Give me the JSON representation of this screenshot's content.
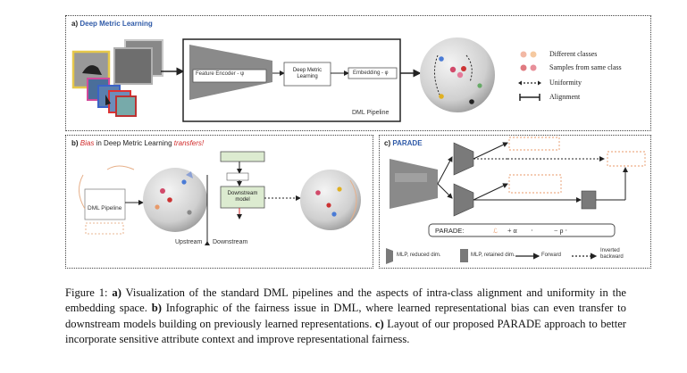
{
  "panel_a": {
    "title_prefix": "a)",
    "title": "Deep Metric Learning",
    "feature_encoder": "Feature Encoder - ψ",
    "dml_box": "Deep Metric Learning",
    "embedding": "Embedding - φ",
    "pipeline_label": "DML Pipeline",
    "legend": [
      {
        "label": "Different classes",
        "marker": "pink-dots"
      },
      {
        "label": "Samples from same class",
        "marker": "red-dots"
      },
      {
        "label": "Uniformity",
        "marker": "dotted-double-arrow"
      },
      {
        "label": "Alignment",
        "marker": "solid-bar-arrow"
      }
    ]
  },
  "panel_b": {
    "title_prefix": "b)",
    "title_red1": "Bias",
    "title_mid": "in Deep Metric Learning",
    "title_red2": "transfers!",
    "dml_pipeline": "DML Pipeline",
    "downstream_model": "Downstream model",
    "upstream": "Upstream",
    "downstream": "Downstream"
  },
  "panel_c": {
    "title_prefix": "c)",
    "title": "PARADE",
    "formula_label": "PARADE:",
    "legend": [
      {
        "label": "MLP, reduced dim.",
        "marker": "gray-box"
      },
      {
        "label": "MLP, retained dim.",
        "marker": "gray-box-small"
      },
      {
        "label": "Forward",
        "marker": "solid-arrow"
      },
      {
        "label": "Inverted backward",
        "marker": "dotted-arrow"
      }
    ]
  },
  "caption": {
    "fig": "Figure 1:",
    "a_label": "a)",
    "a_text": "Visualization of the standard DML pipelines and the aspects of intra-class alignment and uniformity in the embedding space.",
    "b_label": "b)",
    "b_text": "Infographic of the fairness issue in DML, where learned representational bias can even transfer to downstream models building on previously learned representations.",
    "c_label": "c)",
    "c_text": "Layout of our proposed PARADE approach to better incorporate sensitive attribute context and improve representational fairness."
  },
  "colors": {
    "blue": "#2f5aa8",
    "red": "#d02a2a",
    "orange_dashed": "#e89a6a",
    "green_box": "#dcebd0",
    "sphere": "#cfcfcf"
  }
}
